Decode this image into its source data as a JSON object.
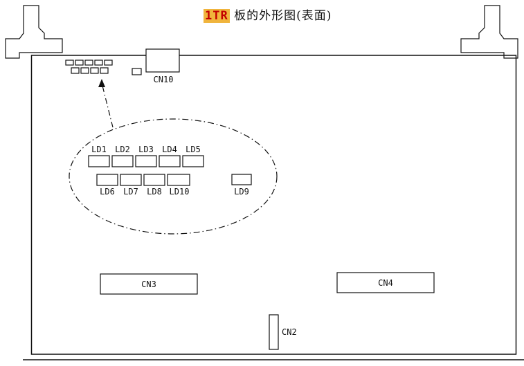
{
  "title": {
    "highlight": "1TR",
    "rest": " 板的外形图(表面)"
  },
  "connectors": {
    "cn10": "CN10",
    "cn3": "CN3",
    "cn4": "CN4",
    "cn2": "CN2"
  },
  "led_callout": {
    "top_row": [
      "LD1",
      "LD2",
      "LD3",
      "LD4",
      "LD5"
    ],
    "bottom_row": [
      "LD6",
      "LD7",
      "LD8",
      "LD10"
    ],
    "isolated": "LD9"
  },
  "colors": {
    "highlight_bg": "#f0b43c",
    "highlight_text": "#c40000",
    "line": "#111111"
  }
}
